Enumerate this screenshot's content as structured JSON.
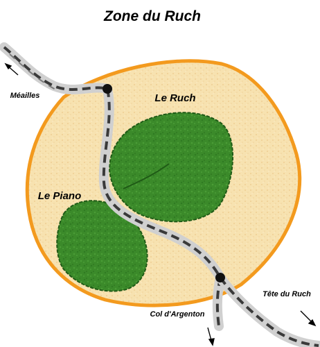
{
  "title": "Zone du Ruch",
  "labels": {
    "le_ruch": "Le Ruch",
    "le_piano": "Le Piano",
    "meailles": "Méailles",
    "col_dargenton": "Col d'Argenton",
    "tete_du_ruch": "Tête du Ruch"
  },
  "colors": {
    "zone_fill": "#f7e2b0",
    "zone_border": "#f39a1e",
    "forest_fill": "#3b8a2a",
    "forest_dark": "#1f5a16",
    "road": "#d9d9d9",
    "road_dash": "#3a3a3a"
  }
}
